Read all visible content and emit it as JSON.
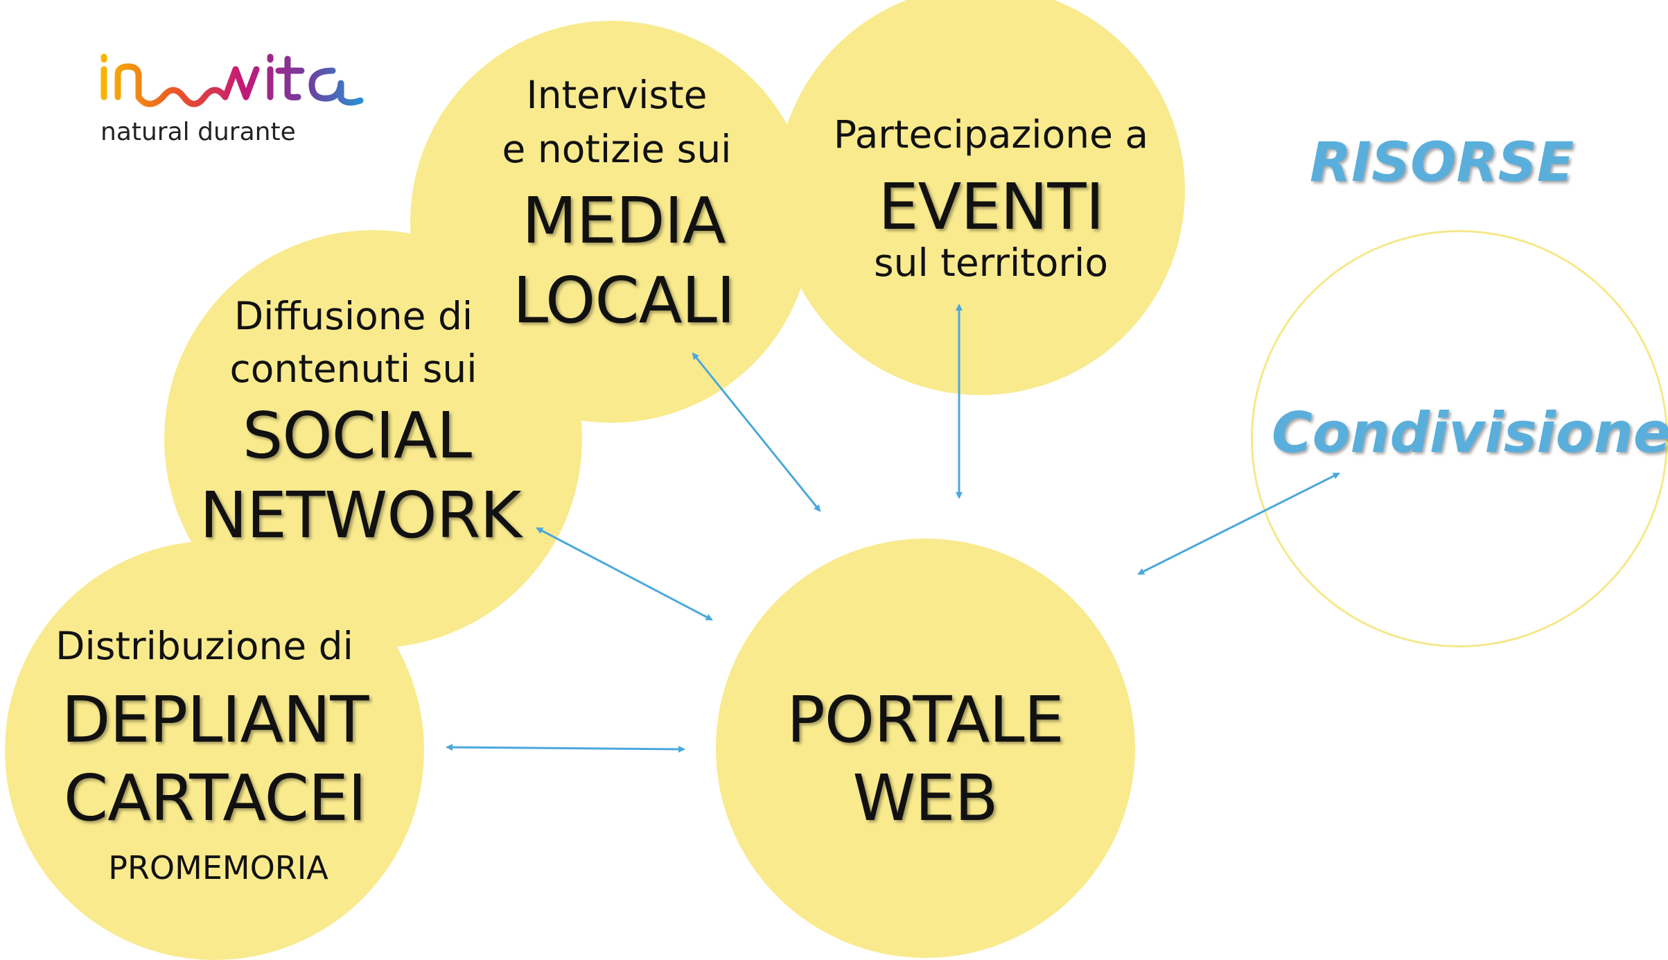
{
  "logo": {
    "wordmark": "innovita",
    "tagline": "natural durante"
  },
  "risorse_title": "RISORSE",
  "condivisione": "Condivisione",
  "media": {
    "line1": "Interviste",
    "line2": "e notizie sui",
    "big1": "MEDIA",
    "big2": "LOCALI"
  },
  "eventi": {
    "line1": "Partecipazione a",
    "big": "EVENTI",
    "line2": "sul territorio"
  },
  "social": {
    "line1": "Diffusione di",
    "line2": "contenuti sui",
    "big1": "SOCIAL",
    "big2": "NETWORK"
  },
  "depliant": {
    "line1": "Distribuzione di",
    "big1": "DEPLIANT",
    "big2": "CARTACEI",
    "small": "PROMEMORIA"
  },
  "portale": {
    "big1": "PORTALE",
    "big2": "WEB"
  },
  "colors": {
    "circle_fill": "#f9ea8e",
    "arrow": "#4aa8dc",
    "accent_text": "#5aaedb"
  }
}
